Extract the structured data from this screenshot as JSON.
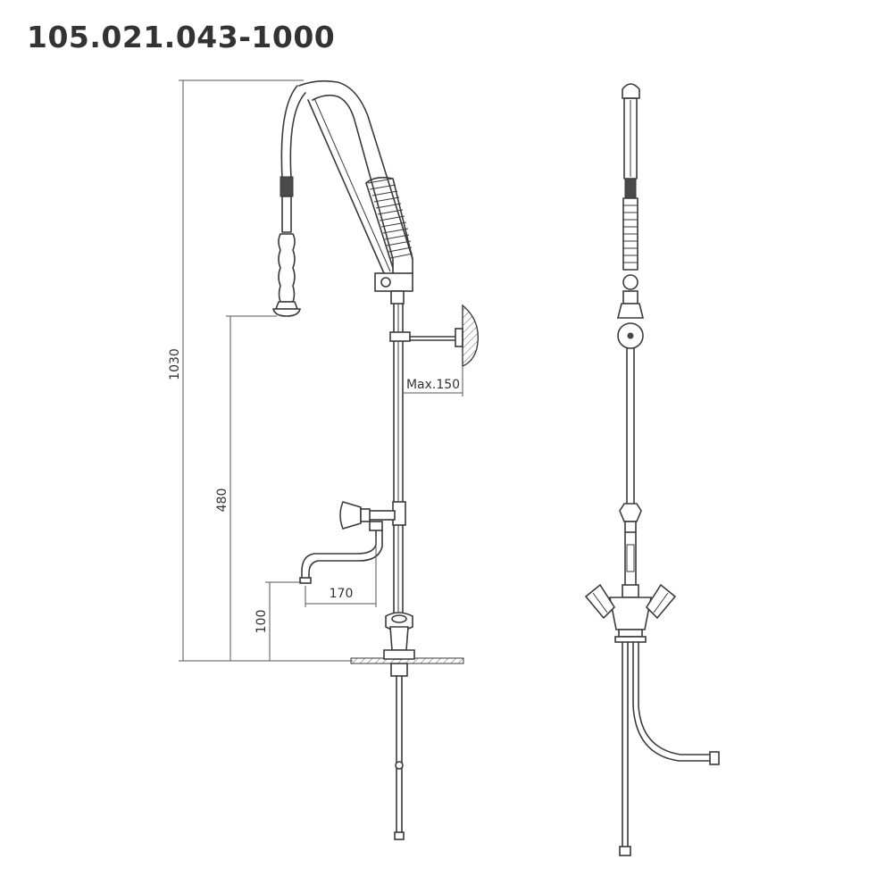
{
  "title": "105.021.043-1000",
  "dimensions": {
    "total_height": "1030",
    "hose_height": "480",
    "spout_reach": "170",
    "spout_height": "100",
    "wall_distance": "Max.150"
  },
  "colors": {
    "line": "#3a3a3a",
    "text": "#333333",
    "background": "#ffffff"
  }
}
